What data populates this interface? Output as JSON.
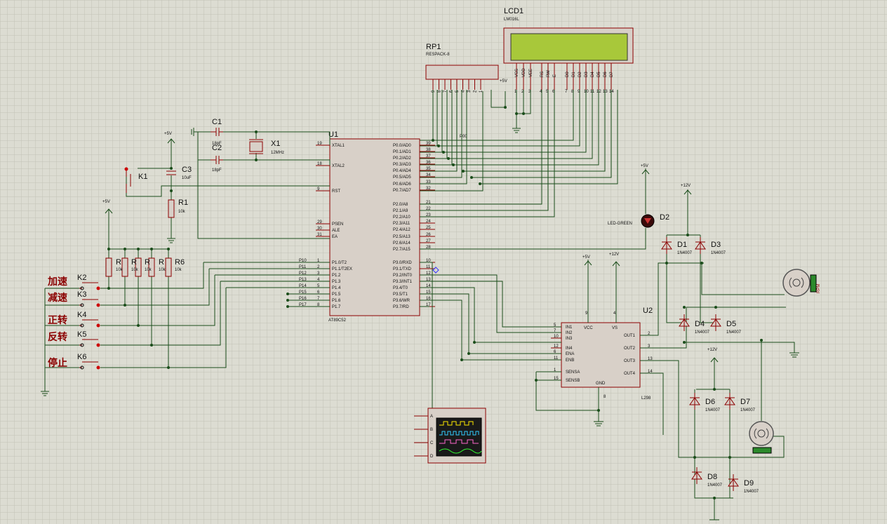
{
  "lcd": {
    "ref": "LCD1",
    "model": "LM016L",
    "color": "#a8c83a",
    "pins": [
      "VSS",
      "VDD",
      "VEE",
      "RS",
      "RW",
      "E",
      "D0",
      "D1",
      "D2",
      "D3",
      "D4",
      "D5",
      "D6",
      "D7"
    ],
    "pinnums": [
      "1",
      "2",
      "3",
      "4",
      "5",
      "6",
      "7",
      "8",
      "9",
      "10",
      "11",
      "12",
      "13",
      "14"
    ]
  },
  "rp1": {
    "ref": "RP1",
    "model": "RESPACK-8",
    "pinnums": [
      "9",
      "8",
      "7",
      "6",
      "5",
      "4",
      "3",
      "2",
      "1"
    ],
    "supply": "+5V"
  },
  "u1": {
    "ref": "U1",
    "model": "AT89C52",
    "left": [
      {
        "name": "XTAL1",
        "num": "19"
      },
      {
        "name": "XTAL2",
        "num": "18"
      },
      {
        "name": "RST",
        "num": "9"
      },
      {
        "name": "PSEN",
        "num": "29"
      },
      {
        "name": "ALE",
        "num": "30"
      },
      {
        "name": "EA",
        "num": "31"
      },
      {
        "name": "P1.0/T2",
        "num": "1"
      },
      {
        "name": "P1.1/T2EX",
        "num": "2"
      },
      {
        "name": "P1.2",
        "num": "3"
      },
      {
        "name": "P1.3",
        "num": "4"
      },
      {
        "name": "P1.4",
        "num": "5"
      },
      {
        "name": "P1.5",
        "num": "6"
      },
      {
        "name": "P1.6",
        "num": "7"
      },
      {
        "name": "P1.7",
        "num": "8"
      }
    ],
    "right": [
      {
        "name": "P0.0/AD0",
        "num": "39"
      },
      {
        "name": "P0.1/AD1",
        "num": "38"
      },
      {
        "name": "P0.2/AD2",
        "num": "37"
      },
      {
        "name": "P0.3/AD3",
        "num": "36"
      },
      {
        "name": "P0.4/AD4",
        "num": "35"
      },
      {
        "name": "P0.5/AD5",
        "num": "34"
      },
      {
        "name": "P0.6/AD6",
        "num": "33"
      },
      {
        "name": "P0.7/AD7",
        "num": "32"
      },
      {
        "name": "P2.0/A8",
        "num": "21"
      },
      {
        "name": "P2.1/A9",
        "num": "22"
      },
      {
        "name": "P2.2/A10",
        "num": "23"
      },
      {
        "name": "P2.3/A11",
        "num": "24"
      },
      {
        "name": "P2.4/A12",
        "num": "25"
      },
      {
        "name": "P2.5/A13",
        "num": "26"
      },
      {
        "name": "P2.6/A14",
        "num": "27"
      },
      {
        "name": "P2.7/A15",
        "num": "28"
      },
      {
        "name": "P3.0/RXD",
        "num": "10"
      },
      {
        "name": "P3.1/TXD",
        "num": "11"
      },
      {
        "name": "P3.2/INT0",
        "num": "12"
      },
      {
        "name": "P3.3/INT1",
        "num": "13"
      },
      {
        "name": "P3.4/T0",
        "num": "14"
      },
      {
        "name": "P3.5/T1",
        "num": "15"
      },
      {
        "name": "P3.6/WR",
        "num": "16"
      },
      {
        "name": "P3.7/RD",
        "num": "17"
      }
    ],
    "netlabels": [
      "P10",
      "P11",
      "P12",
      "P13",
      "P14",
      "P15",
      "P16",
      "P17"
    ],
    "p0label": "P00"
  },
  "u2": {
    "ref": "U2",
    "model": "L298",
    "left": [
      {
        "name": "IN1",
        "num": "5"
      },
      {
        "name": "IN2",
        "num": "7"
      },
      {
        "name": "IN3",
        "num": "10"
      },
      {
        "name": "IN4",
        "num": "12"
      },
      {
        "name": "ENA",
        "num": "6"
      },
      {
        "name": "ENB",
        "num": "11"
      },
      {
        "name": "SENSA",
        "num": "1"
      },
      {
        "name": "SENSB",
        "num": "15"
      }
    ],
    "right": [
      {
        "name": "OUT1",
        "num": "2"
      },
      {
        "name": "OUT2",
        "num": "3"
      },
      {
        "name": "OUT3",
        "num": "13"
      },
      {
        "name": "OUT4",
        "num": "14"
      }
    ],
    "top": [
      {
        "name": "VCC",
        "num": "9"
      },
      {
        "name": "VS",
        "num": "4"
      }
    ],
    "bottom": {
      "name": "GND",
      "num": "8"
    }
  },
  "components": {
    "c1": {
      "ref": "C1",
      "val": "18pF"
    },
    "c2": {
      "ref": "C2",
      "val": "18pF"
    },
    "x1": {
      "ref": "X1",
      "val": "12MHz"
    },
    "c3": {
      "ref": "C3",
      "val": "10uF"
    },
    "r1": {
      "ref": "R1",
      "val": "10k"
    },
    "k1": {
      "ref": "K1"
    },
    "r2": {
      "ref": "R",
      "val": "10k"
    },
    "r3": {
      "ref": "R",
      "val": "10k"
    },
    "r4": {
      "ref": "R",
      "val": "10k"
    },
    "r5": {
      "ref": "R",
      "val": "10k"
    },
    "r6": {
      "ref": "R6",
      "val": "10k"
    },
    "d2": {
      "ref": "D2",
      "val": "LED-GREEN"
    },
    "d1": {
      "ref": "D1",
      "val": "1N4007"
    },
    "d3": {
      "ref": "D3",
      "val": "1N4007"
    },
    "d4": {
      "ref": "D4",
      "val": "1N4007"
    },
    "d5": {
      "ref": "D5",
      "val": "1N4007"
    },
    "d6": {
      "ref": "D6",
      "val": "1N4007"
    },
    "d7": {
      "ref": "D7",
      "val": "1N4007"
    },
    "d8": {
      "ref": "D8",
      "val": "1N4007"
    },
    "d9": {
      "ref": "D9",
      "val": "1N4007"
    },
    "motor_label": "RPM"
  },
  "keys": [
    {
      "ref": "K2",
      "label": "加速"
    },
    {
      "ref": "K3",
      "label": "减速"
    },
    {
      "ref": "K4",
      "label": "正转"
    },
    {
      "ref": "K5",
      "label": "反转"
    },
    {
      "ref": "K6",
      "label": "停止"
    }
  ],
  "power": {
    "p5": "+5V",
    "p12": "+12V"
  },
  "scope": {
    "channels": [
      "A",
      "B",
      "C",
      "D"
    ]
  }
}
